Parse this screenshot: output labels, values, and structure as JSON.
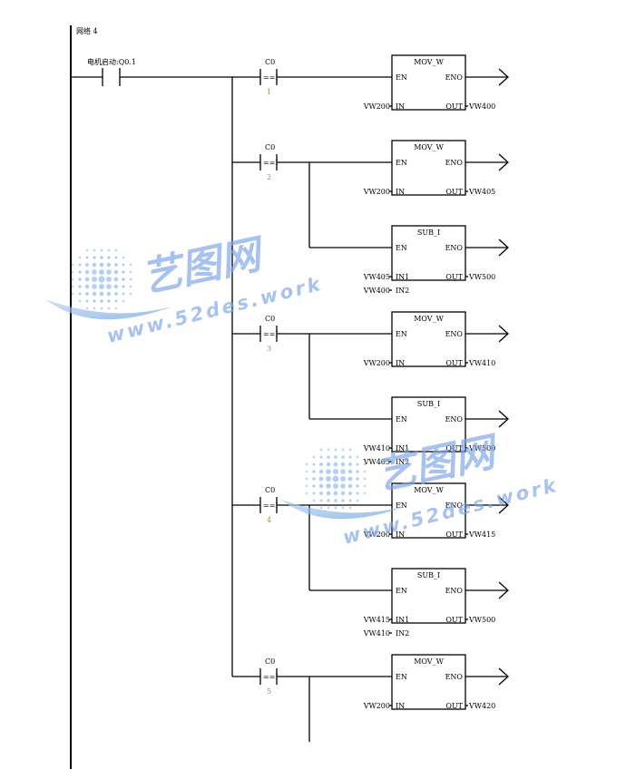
{
  "network": {
    "label": "网络 4"
  },
  "input_contact": {
    "label": "电机启动:Q0.1"
  },
  "rungs": [
    {
      "compare": {
        "operand": "C0",
        "operator": "==I",
        "value": "1"
      },
      "blocks": [
        {
          "name": "MOV_W",
          "en": "EN",
          "eno": "ENO",
          "inputs": [
            {
              "pin": "IN",
              "var": "VW200"
            }
          ],
          "out_pin": "OUT",
          "out_var": "VW400"
        }
      ]
    },
    {
      "compare": {
        "operand": "C0",
        "operator": "==I",
        "value": "2"
      },
      "blocks": [
        {
          "name": "MOV_W",
          "en": "EN",
          "eno": "ENO",
          "inputs": [
            {
              "pin": "IN",
              "var": "VW200"
            }
          ],
          "out_pin": "OUT",
          "out_var": "VW405"
        },
        {
          "name": "SUB_I",
          "en": "EN",
          "eno": "ENO",
          "inputs": [
            {
              "pin": "IN1",
              "var": "VW405"
            },
            {
              "pin": "IN2",
              "var": "VW400"
            }
          ],
          "out_pin": "OUT",
          "out_var": "VW500"
        }
      ]
    },
    {
      "compare": {
        "operand": "C0",
        "operator": "==I",
        "value": "3"
      },
      "blocks": [
        {
          "name": "MOV_W",
          "en": "EN",
          "eno": "ENO",
          "inputs": [
            {
              "pin": "IN",
              "var": "VW200"
            }
          ],
          "out_pin": "OUT",
          "out_var": "VW410"
        },
        {
          "name": "SUB_I",
          "en": "EN",
          "eno": "ENO",
          "inputs": [
            {
              "pin": "IN1",
              "var": "VW410"
            },
            {
              "pin": "IN2",
              "var": "VW405"
            }
          ],
          "out_pin": "OUT",
          "out_var": "VW500"
        }
      ]
    },
    {
      "compare": {
        "operand": "C0",
        "operator": "==I",
        "value": "4"
      },
      "blocks": [
        {
          "name": "MOV_W",
          "en": "EN",
          "eno": "ENO",
          "inputs": [
            {
              "pin": "IN",
              "var": "VW200"
            }
          ],
          "out_pin": "OUT",
          "out_var": "VW415"
        },
        {
          "name": "SUB_I",
          "en": "EN",
          "eno": "ENO",
          "inputs": [
            {
              "pin": "IN1",
              "var": "VW415"
            },
            {
              "pin": "IN2",
              "var": "VW410"
            }
          ],
          "out_pin": "OUT",
          "out_var": "VW500"
        }
      ]
    },
    {
      "compare": {
        "operand": "C0",
        "operator": "==I",
        "value": "5"
      },
      "blocks": [
        {
          "name": "MOV_W",
          "en": "EN",
          "eno": "ENO",
          "inputs": [
            {
              "pin": "IN",
              "var": "VW200"
            }
          ],
          "out_pin": "OUT",
          "out_var": "VW420"
        }
      ]
    }
  ],
  "watermark": {
    "brand": "艺图网",
    "url": "www.52des.work"
  }
}
